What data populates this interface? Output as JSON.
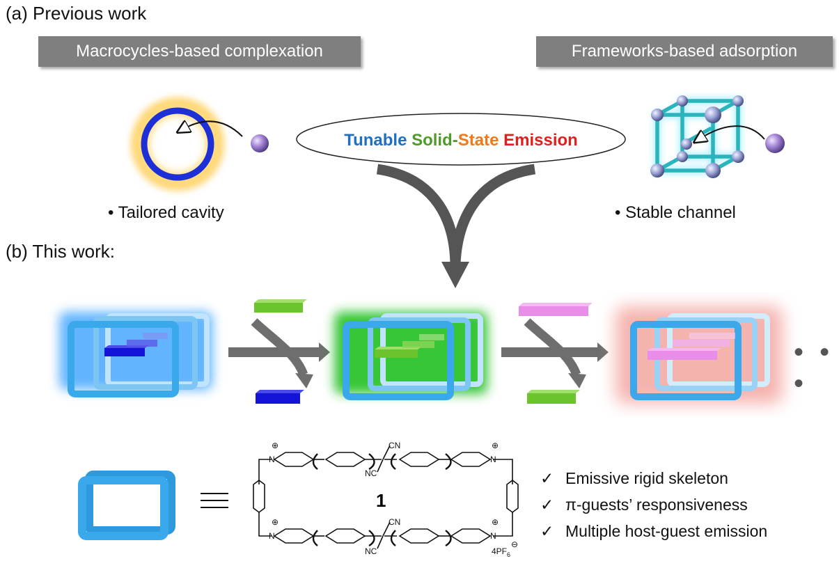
{
  "section_a": {
    "label": "(a) Previous work"
  },
  "section_b": {
    "label": "(b) This work:"
  },
  "left_panel": {
    "header": "Macrocycles-based complexation",
    "bullet": "Tailored cavity"
  },
  "right_panel": {
    "header": "Frameworks-based adsorption",
    "bullet": "Stable channel"
  },
  "center_title": {
    "word1": "Tunable",
    "word2": "Solid-",
    "word3": "State",
    "word4": "Emission",
    "colors": {
      "word1": "#1f6fc2",
      "word2": "#4e9a2a",
      "word3": "#f07a1a",
      "word4": "#e01f1f"
    }
  },
  "sequence": {
    "ellipsis": "• • •"
  },
  "legend": {
    "equals": "≡",
    "compound_number": "1"
  },
  "structure_labels": {
    "cn_top": "CN",
    "nc_top": "NC",
    "cn_bottom": "CN",
    "nc_bottom": "NC",
    "n_plus": "N",
    "plus": "⊕",
    "minus": "⊖",
    "counterion": "4PF",
    "counterion_sub": "6"
  },
  "features": [
    {
      "mark": "✓",
      "text": "Emissive rigid skeleton"
    },
    {
      "mark": "✓",
      "text": "π-guests’ responsiveness"
    },
    {
      "mark": "✓",
      "text": "Multiple host-guest emission"
    }
  ],
  "colors": {
    "frame_blue": "#3aa9ec",
    "glow_blue": "#2f8bf0",
    "glow_green": "#2ec02e",
    "glow_red": "#f29a94",
    "guest_blue": "#1414d8",
    "guest_green": "#6cc42c",
    "guest_pink": "#e98ee8",
    "arrow_gray": "#6e6e6e"
  }
}
